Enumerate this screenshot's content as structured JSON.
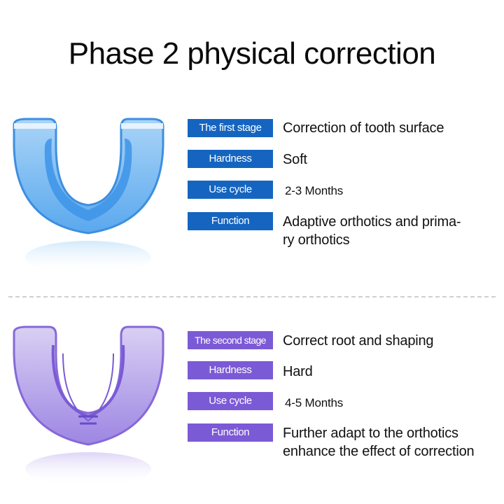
{
  "title": "Phase 2 physical correction",
  "colors": {
    "stage1_accent": "#1565c0",
    "stage2_accent": "#7b5ad6"
  },
  "stages": [
    {
      "image": "blue-soft-mouthguard",
      "rows": [
        {
          "label": "The first stage",
          "value": "Correction of tooth surface"
        },
        {
          "label": "Hardness",
          "value": "Soft"
        },
        {
          "label": "Use cycle",
          "value": "2-3 Months"
        },
        {
          "label": "Function",
          "value": "Adaptive orthotics and prima-",
          "value2": "ry orthotics"
        }
      ]
    },
    {
      "image": "purple-hard-mouthguard",
      "rows": [
        {
          "label": "The second stage",
          "value": "Correct root and shaping"
        },
        {
          "label": "Hardness",
          "value": "Hard"
        },
        {
          "label": "Use cycle",
          "value": "4-5 Months"
        },
        {
          "label": "Function",
          "value": "Further adapt to the orthotics",
          "value2": "enhance the effect of correction"
        }
      ]
    }
  ]
}
